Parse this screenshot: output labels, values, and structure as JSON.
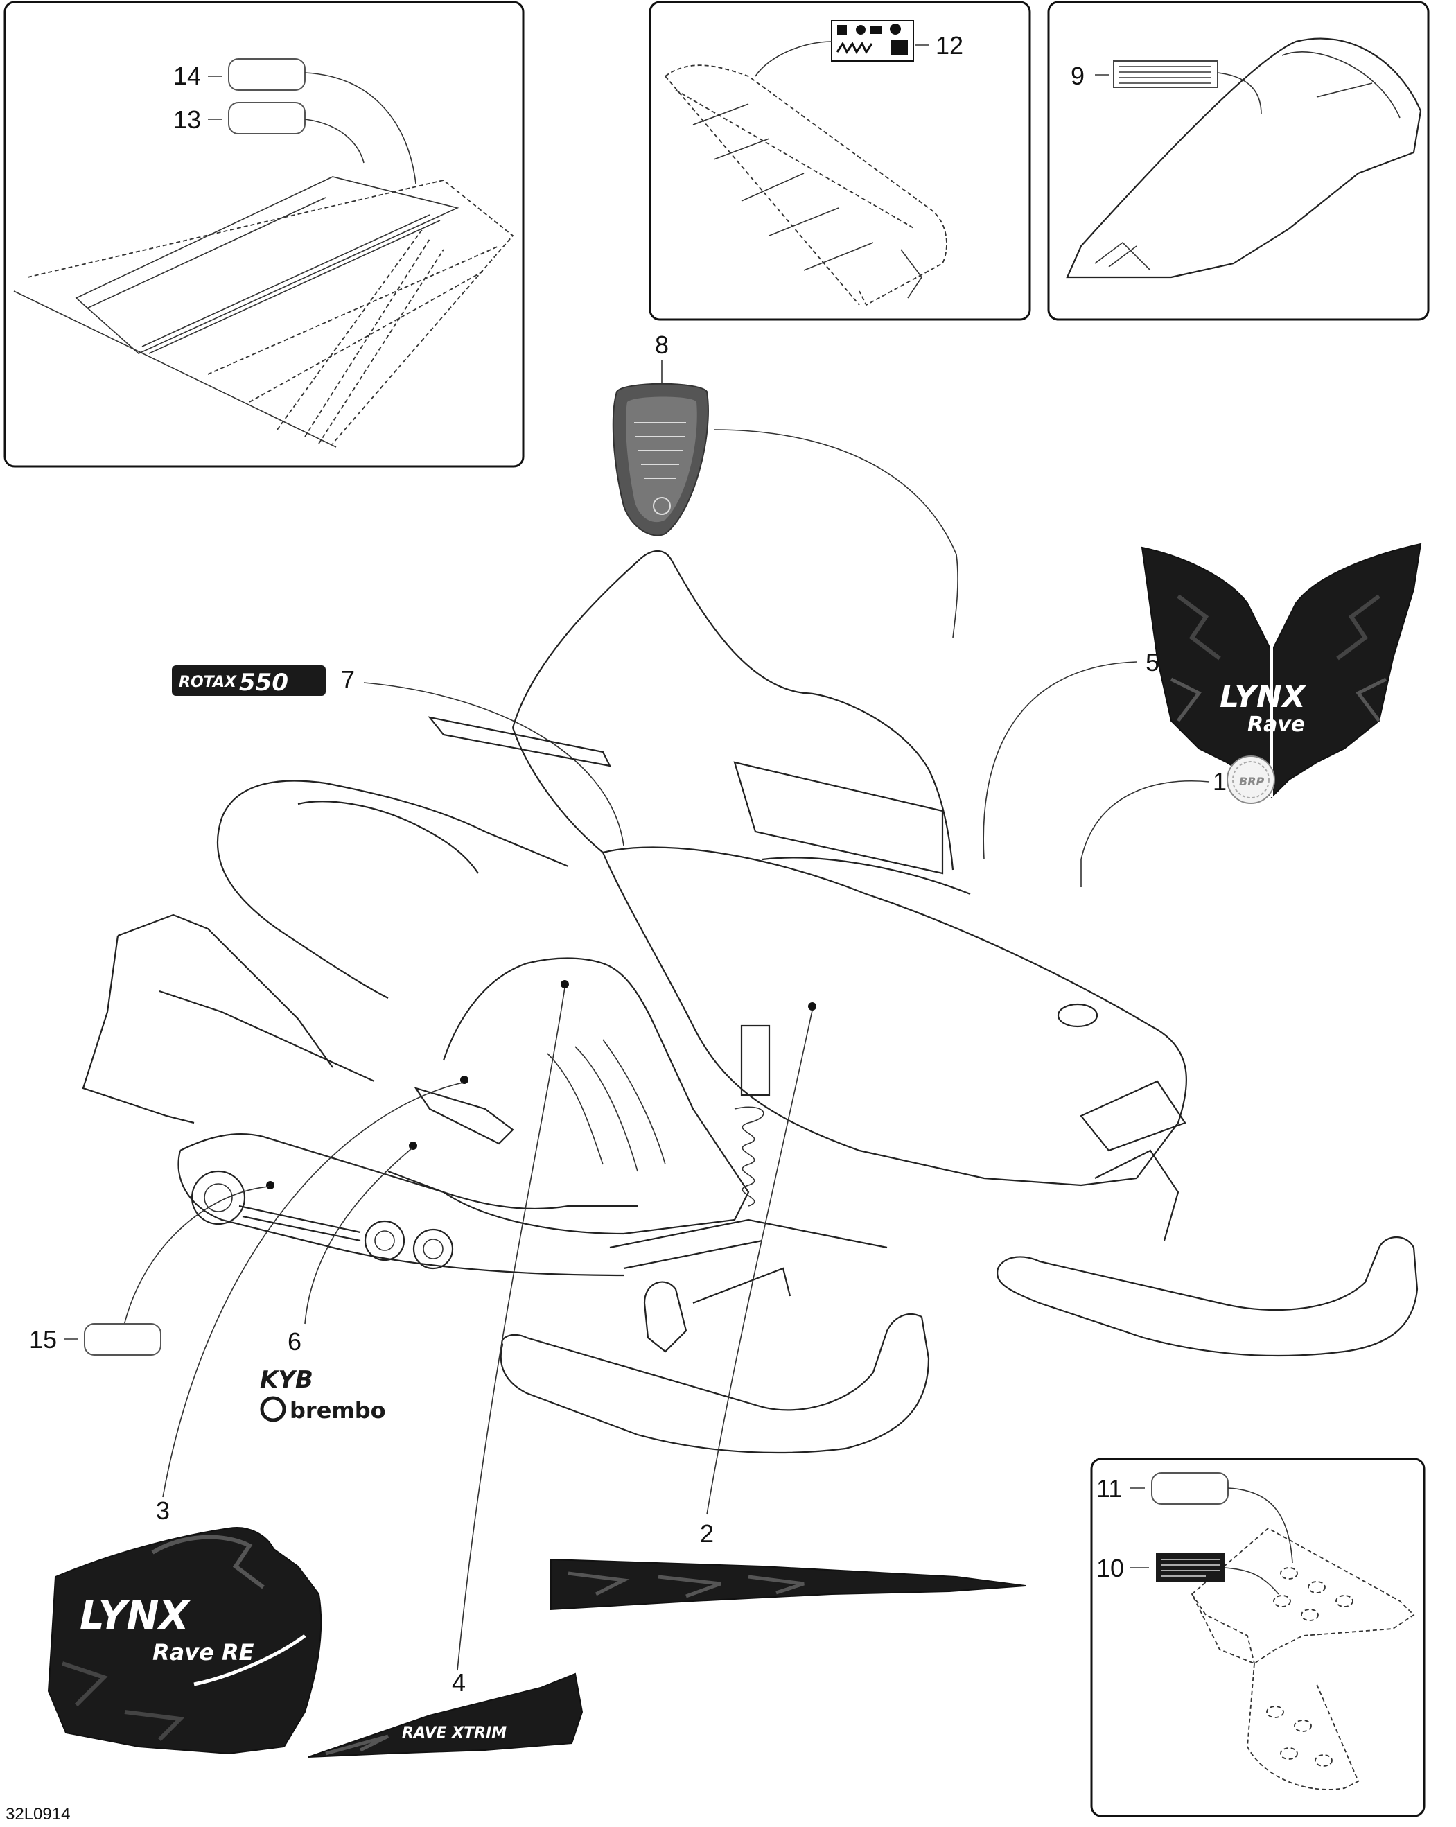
{
  "drawing_id": "32L0914",
  "callouts": {
    "c1": "1",
    "c2": "2",
    "c3": "3",
    "c4": "4",
    "c5": "5",
    "c6": "6",
    "c7": "7",
    "c8": "8",
    "c9": "9",
    "c10": "10",
    "c11": "11",
    "c12": "12",
    "c13": "13",
    "c14": "14",
    "c15": "15"
  },
  "decals": {
    "rotax_brand": "ROTAX",
    "rotax_model": "550",
    "kyb": "KYB",
    "brembo": "brembo",
    "lynx_hood": "LYNX",
    "rave_hood": "Rave",
    "lynx_side": "LYNX",
    "rave_side": "Rave RE",
    "rave_xtrim": "RAVE XTRIM",
    "brp_badge": "BRP"
  },
  "colors": {
    "line": "#222222",
    "decal_dark": "#1a1a1a",
    "decal_grey": "#8a8a8a"
  }
}
